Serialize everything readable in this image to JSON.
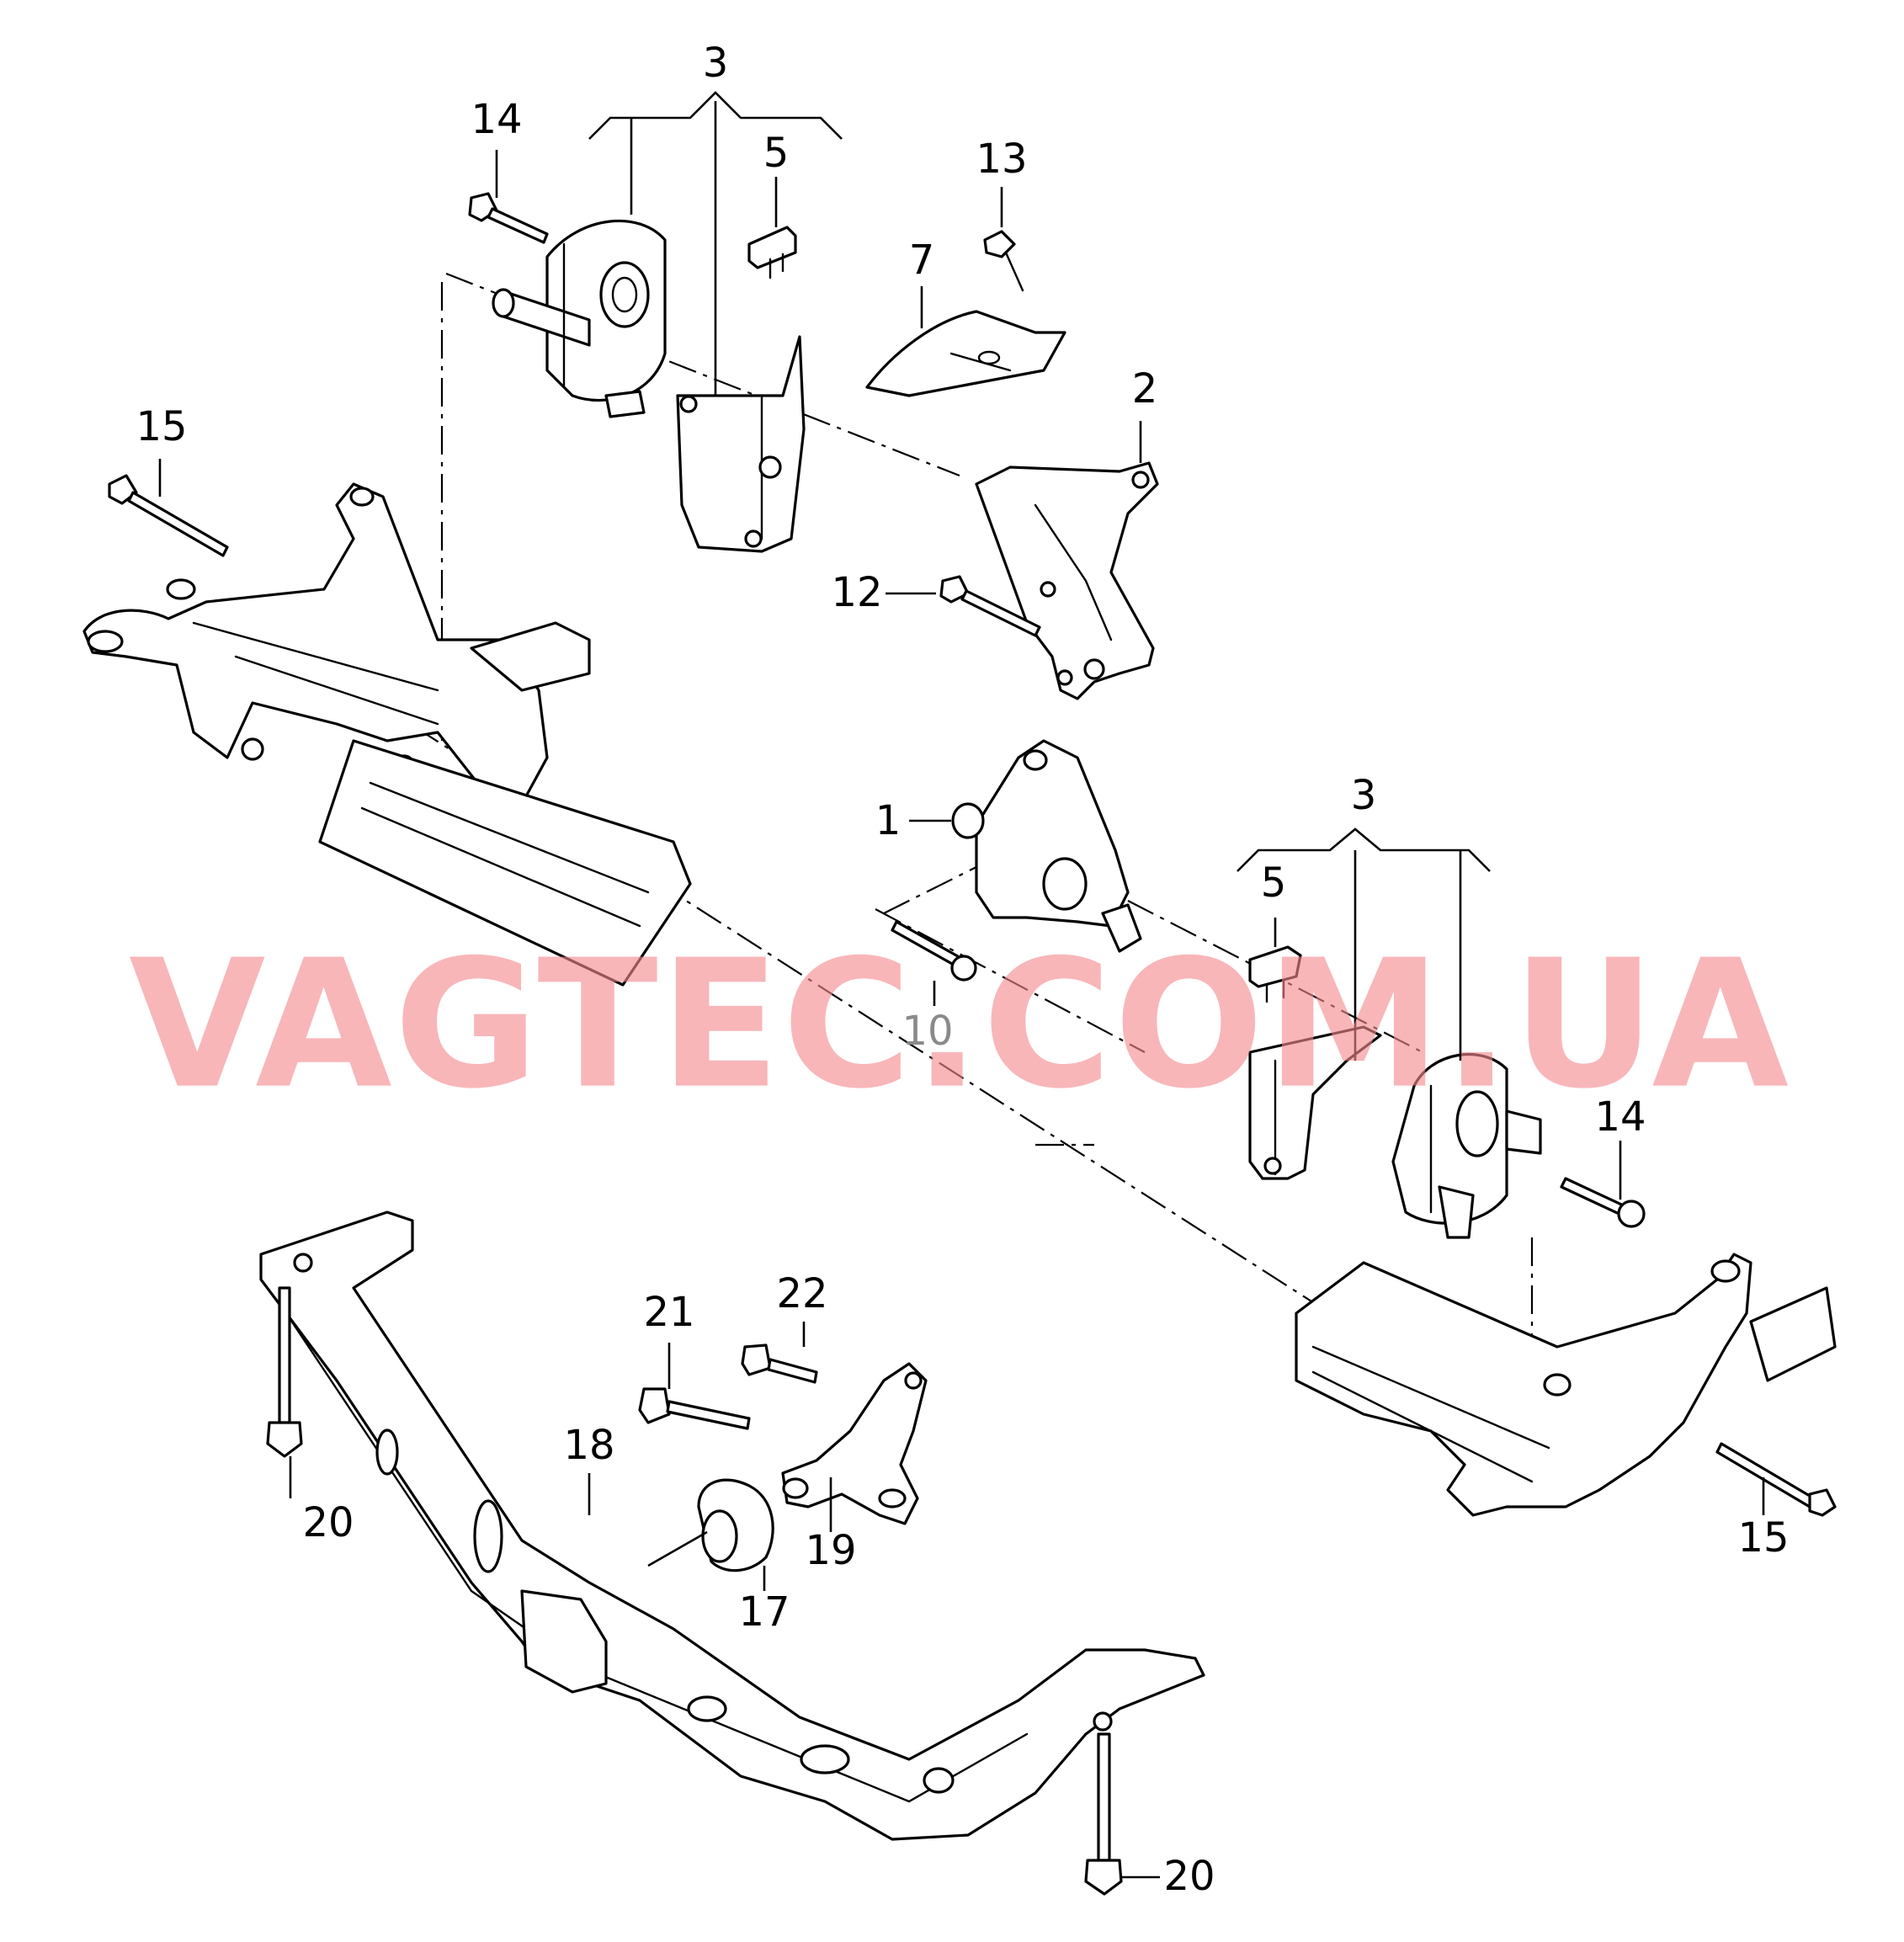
{
  "diagram": {
    "callouts": [
      {
        "id": "top-group-3",
        "text": "3"
      },
      {
        "id": "top-14",
        "text": "14"
      },
      {
        "id": "top-5",
        "text": "5"
      },
      {
        "id": "top-13",
        "text": "13"
      },
      {
        "id": "top-7",
        "text": "7"
      },
      {
        "id": "top-2",
        "text": "2"
      },
      {
        "id": "top-15",
        "text": "15"
      },
      {
        "id": "top-12",
        "text": "12"
      },
      {
        "id": "mid-1",
        "text": "1"
      },
      {
        "id": "mid-group-3",
        "text": "3"
      },
      {
        "id": "mid-5",
        "text": "5"
      },
      {
        "id": "mid-10",
        "text": "10"
      },
      {
        "id": "mid-14",
        "text": "14"
      },
      {
        "id": "mid-15",
        "text": "15"
      },
      {
        "id": "bottom-22",
        "text": "22"
      },
      {
        "id": "bottom-21",
        "text": "21"
      },
      {
        "id": "bottom-18",
        "text": "18"
      },
      {
        "id": "bottom-20-left",
        "text": "20"
      },
      {
        "id": "bottom-19",
        "text": "19"
      },
      {
        "id": "bottom-17",
        "text": "17"
      },
      {
        "id": "bottom-20-right",
        "text": "20"
      }
    ],
    "watermark": "VAGTEC.COM.UA",
    "colors": {
      "line": "#000000",
      "background": "#ffffff",
      "watermark": "#f48a8f",
      "muted_label": "#8a8a8a"
    }
  }
}
